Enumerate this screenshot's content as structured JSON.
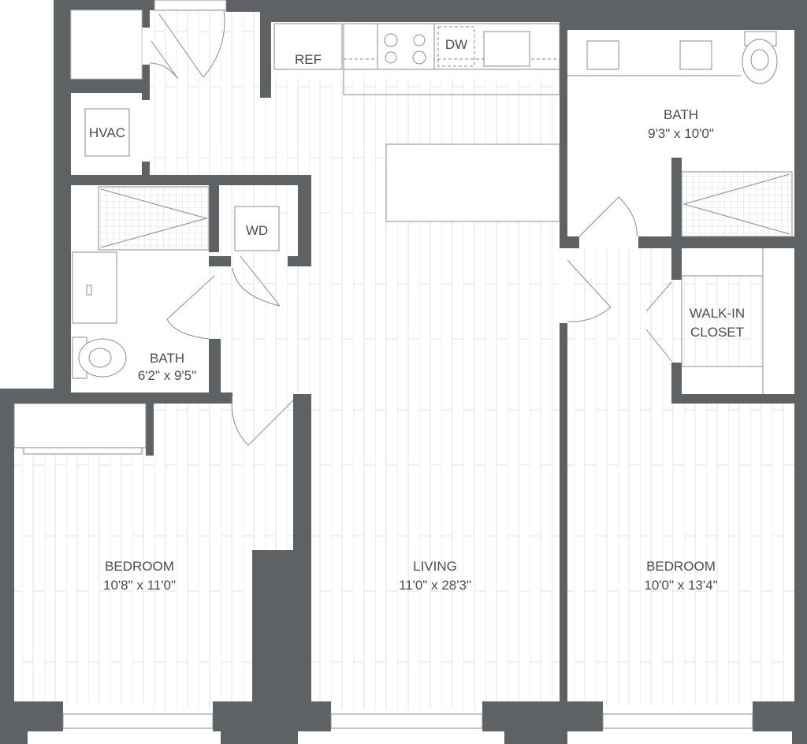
{
  "rooms": {
    "living": {
      "name": "LIVING",
      "size": "11'0\" x 28'3\""
    },
    "bedroom_left": {
      "name": "BEDROOM",
      "size": "10'8\" x 11'0\""
    },
    "bedroom_right": {
      "name": "BEDROOM",
      "size": "10'0\" x 13'4\""
    },
    "bath_main": {
      "name": "BATH",
      "size": "9'3\" x 10'0\""
    },
    "bath_small": {
      "name": "BATH",
      "size": "6'2\" x 9'5\""
    },
    "walk_in_closet": {
      "line1": "WALK-IN",
      "line2": "CLOSET"
    }
  },
  "fixtures": {
    "ref": "REF",
    "dw": "DW",
    "hvac": "HVAC",
    "wd": "WD"
  },
  "colors": {
    "wall": "#5f6265",
    "floor_line": "#dcdddd"
  }
}
